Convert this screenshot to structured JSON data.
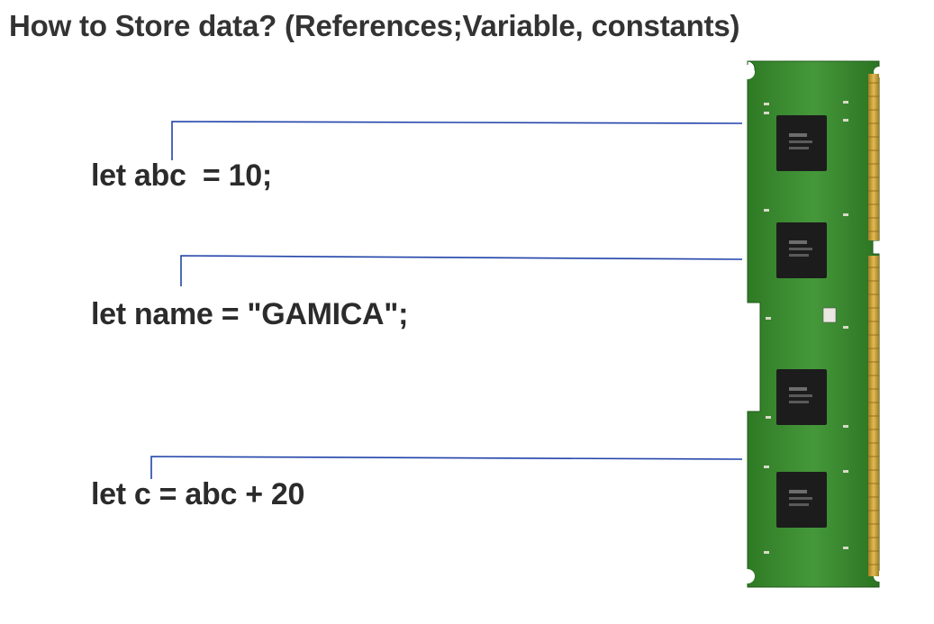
{
  "title": "How to Store data? (References;Variable, constants)",
  "code_lines": [
    "let abc  = 10;",
    "let name = \"GAMICA\";",
    "let c = abc + 20"
  ],
  "ram_module": {
    "icon": "ram-module-icon",
    "chip_count": 4
  },
  "colors": {
    "connector_line": "#2244aa",
    "pcb_green": "#3d8c2e",
    "chip_black": "#1c1c1c",
    "gold_contacts": "#c9a13a",
    "text": "#333333"
  }
}
